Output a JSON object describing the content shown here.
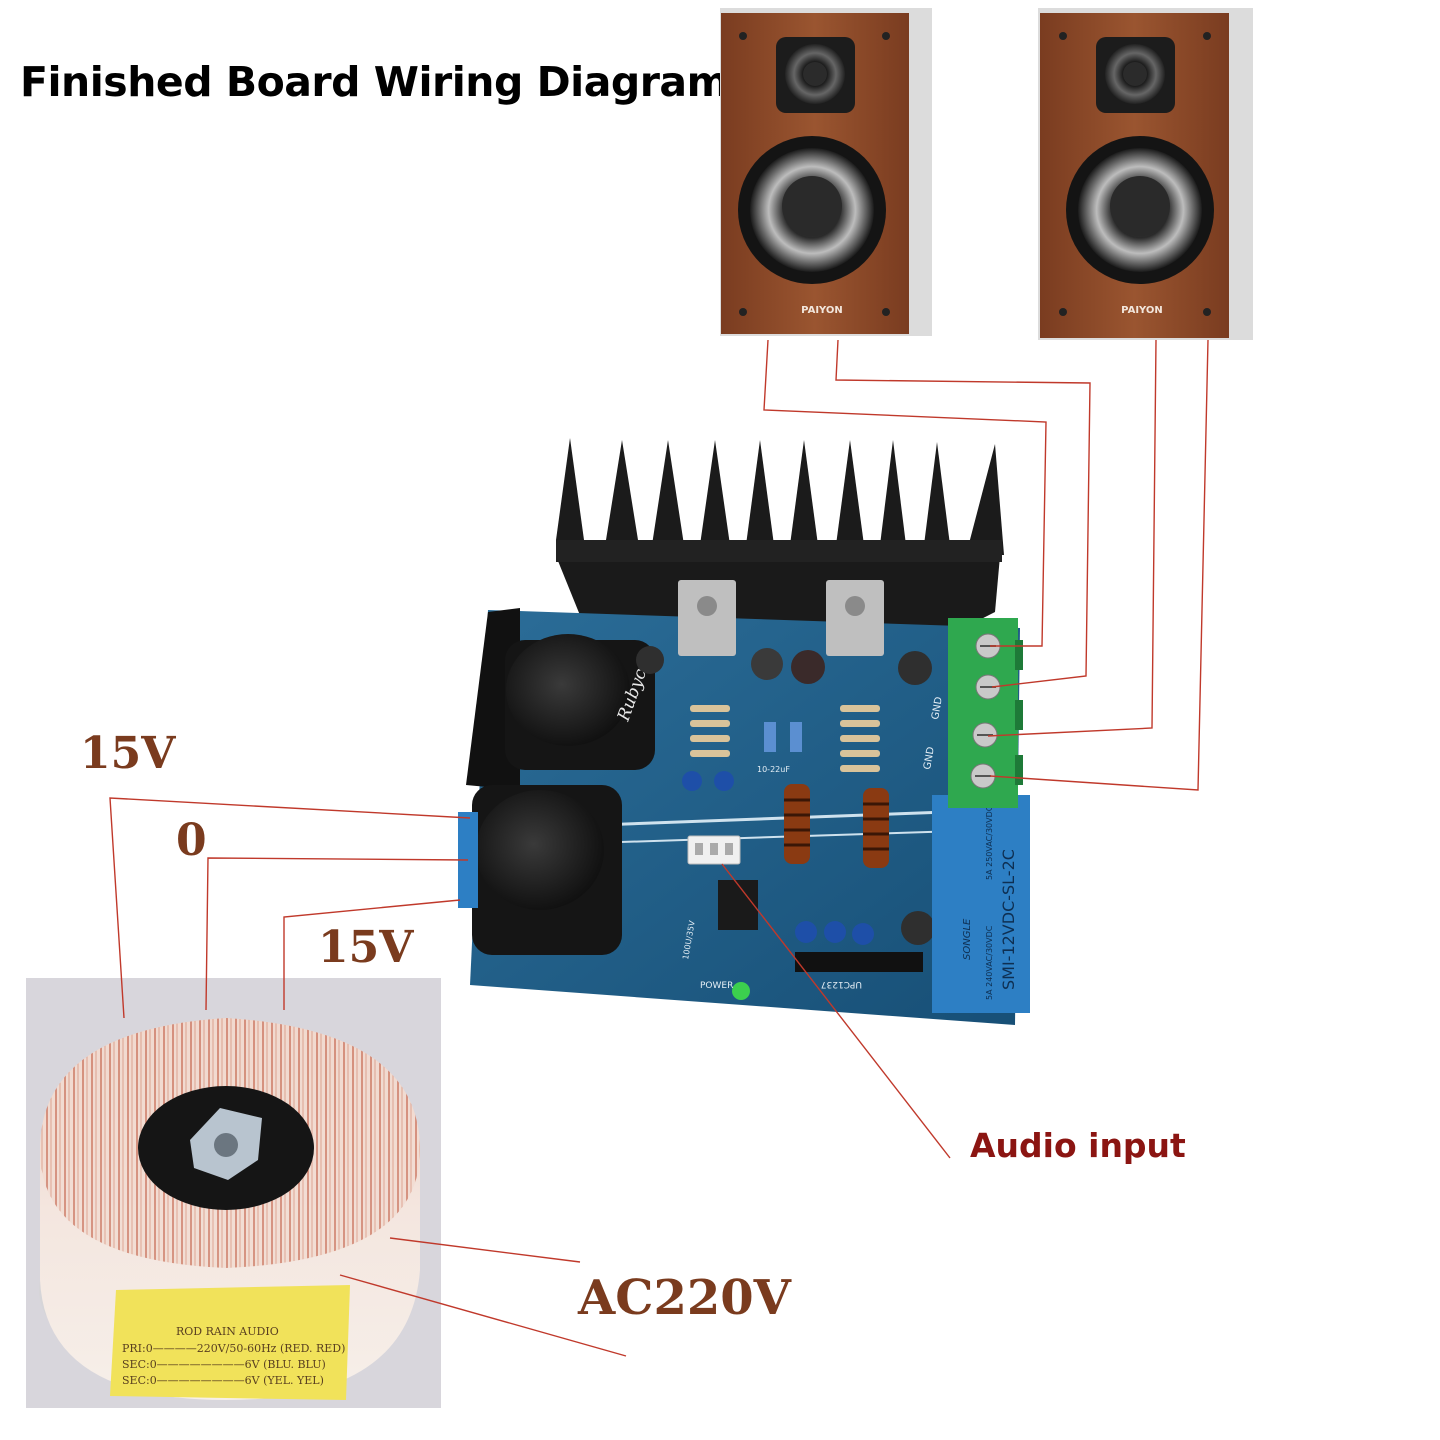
{
  "title": "Finished Board Wiring Diagram",
  "labels": {
    "secondary_top": "15V",
    "secondary_mid": "0",
    "secondary_bottom": "15V",
    "audio_input": "Audio input",
    "mains": "AC220V"
  },
  "speakers": {
    "left_brand": "PAIYON",
    "right_brand": "PAIYON"
  },
  "transformer_label": {
    "brand": "ROD RAIN AUDIO",
    "pri": "PRI:0————220V/50-60Hz (RED. RED)",
    "sec1": "SEC:0————————6V (BLU. BLU)",
    "sec2": "SEC:0————————6V (YEL. YEL)"
  },
  "board": {
    "capacitor_brand": "Rubycon",
    "relay_brand": "SONGLE",
    "relay_model": "SMI-12VDC-SL-2C",
    "relay_rating1": "5A 250VAC/30VDC",
    "relay_rating2": "5A 240VAC/30VDC",
    "chip": "UPC1237",
    "power_led": "POWER",
    "gnd1": "GND",
    "gnd2": "GND",
    "cap_value": "10-22uF",
    "cap2": "100U/35V"
  },
  "colors": {
    "wire": "#c0392b",
    "label_brown": "#7a3b1e",
    "audio_label": "#8b1512",
    "pcb": "#1f5f8a",
    "terminal": "#2fa84f",
    "relay": "#2d7fc4",
    "speaker_wood": "#8a4a2a"
  }
}
